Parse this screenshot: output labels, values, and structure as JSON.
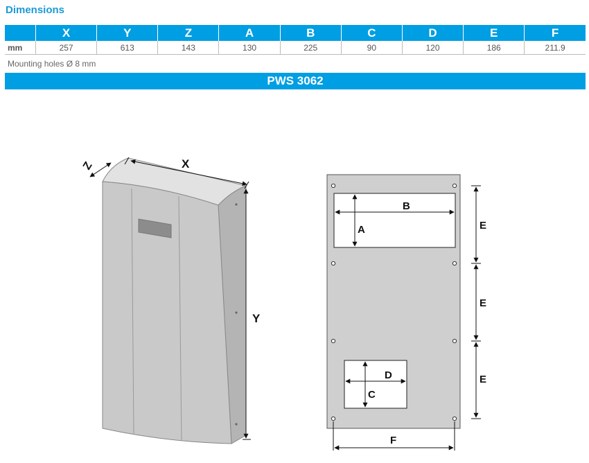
{
  "title": "Dimensions",
  "table": {
    "unit_label": "mm",
    "headers": [
      "X",
      "Y",
      "Z",
      "A",
      "B",
      "C",
      "D",
      "E",
      "F"
    ],
    "values": [
      "257",
      "613",
      "143",
      "130",
      "225",
      "90",
      "120",
      "186",
      "211.9"
    ]
  },
  "note": "Mounting holes Ø 8 mm",
  "model": "PWS 3062",
  "labels": {
    "x": "X",
    "y": "Y",
    "z": "Z",
    "a": "A",
    "b": "B",
    "c": "C",
    "d": "D",
    "e1": "E",
    "e2": "E",
    "e3": "E",
    "f": "F"
  },
  "colors": {
    "accent": "#009ee3",
    "title": "#1a9ad6",
    "panel": "#cfcfcf",
    "cabinet_front": "#c8c8c8",
    "cabinet_side": "#b5b5b5"
  }
}
